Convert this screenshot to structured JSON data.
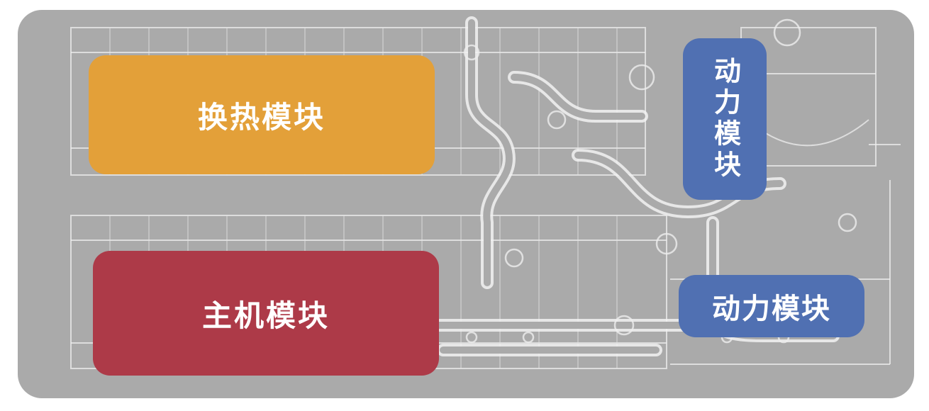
{
  "diagram": {
    "background_color": "#aaaaaa",
    "wireframe_color": "#f2f2f2",
    "labels": {
      "heat_exchange": {
        "text": "换热模块",
        "color": "#e3a039",
        "orientation": "horizontal"
      },
      "power_top": {
        "text": "动力模块",
        "color": "#5070b2",
        "orientation": "vertical"
      },
      "main_engine": {
        "text": "主机模块",
        "color": "#ad3a48",
        "orientation": "horizontal"
      },
      "power_bottom": {
        "text": "动力模块",
        "color": "#5070b2",
        "orientation": "horizontal"
      }
    }
  }
}
